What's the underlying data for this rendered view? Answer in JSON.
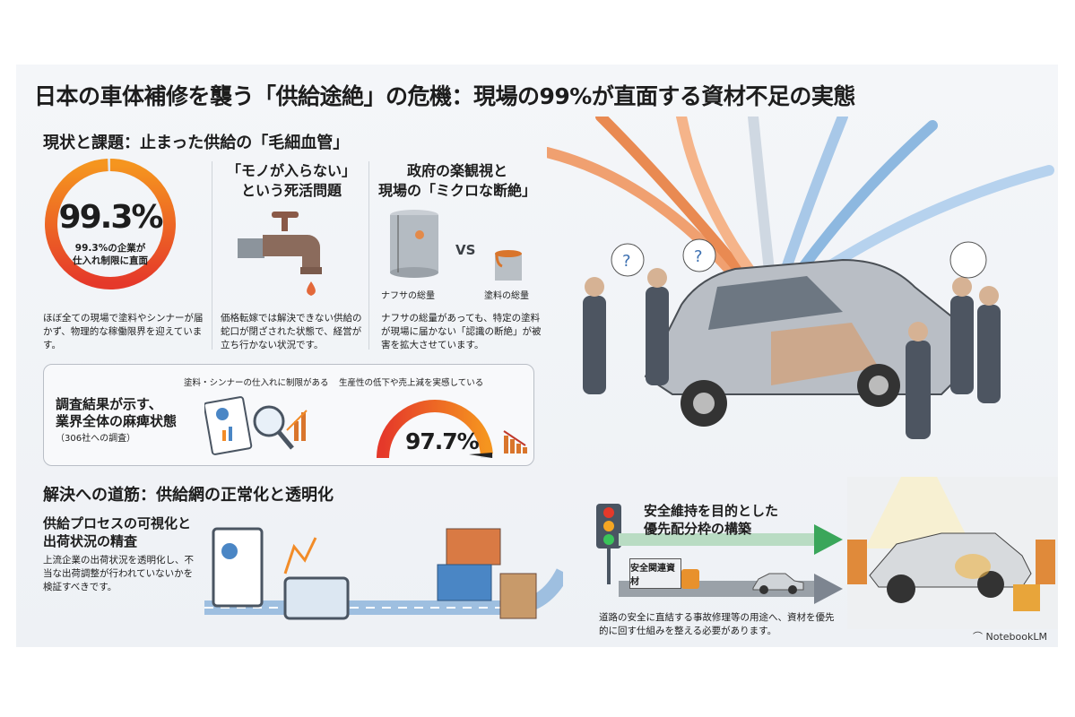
{
  "title": "日本の車体補修を襲う「供給途絶」の危機：現場の99%が直面する資材不足の実態",
  "section1": {
    "heading": "現状と課題：止まった供給の「毛細血管」",
    "stat": {
      "value": "99.3%",
      "fraction": 0.993,
      "caption_line1": "99.3%の企業が",
      "caption_line2": "仕入れ制限に直面",
      "description": "ほぼ全ての現場で塗料やシンナーが届かず、物理的な稼働限界を迎えています。"
    },
    "column2": {
      "heading_line1": "「モノが入らない」",
      "heading_line2": "という死活問題",
      "icon": "dripping-faucet-icon",
      "description": "価格転嫁では解決できない供給の蛇口が閉ざされた状態で、経営が立ち行かない状況です。"
    },
    "column3": {
      "heading_line1": "政府の楽観視と",
      "heading_line2": "現場の「ミクロな断絶」",
      "left_label": "ナフサの総量",
      "vs": "VS",
      "right_label": "塗料の総量",
      "description": "ナフサの総量があっても、特定の塗料が現場に届かない「認識の断絶」が被害を拡大させています。"
    }
  },
  "survey": {
    "title_line1": "調査結果が示す、",
    "title_line2": "業界全体の麻痺状態",
    "subtitle": "（306社への調査）",
    "label1": "塗料・シンナーの仕入れに制限がある",
    "label2": "生産性の低下や売上減を実感している",
    "gauge_value": "97.7%",
    "gauge_fraction": 0.977
  },
  "section2": {
    "heading": "解決への道筋：供給網の正常化と透明化",
    "item1": {
      "title_line1": "供給プロセスの可視化と",
      "title_line2": "出荷状況の精査",
      "description": "上流企業の出荷状況を透明化し、不当な出荷調整が行われていないかを検証すべきです。"
    },
    "item2": {
      "title_line1": "安全維持を目的とした",
      "title_line2": "優先配分枠の構築",
      "truck_label": "安全関連資材",
      "description": "道路の安全に直結する事故修理等の用途へ、資材を優先的に回す仕組みを整える必要があります。"
    }
  },
  "branding": "NotebookLM",
  "colors": {
    "orange": "#f28c28",
    "red": "#e5392a",
    "blue": "#4a86c5",
    "green": "#3aa65a",
    "gray": "#7d8590"
  }
}
